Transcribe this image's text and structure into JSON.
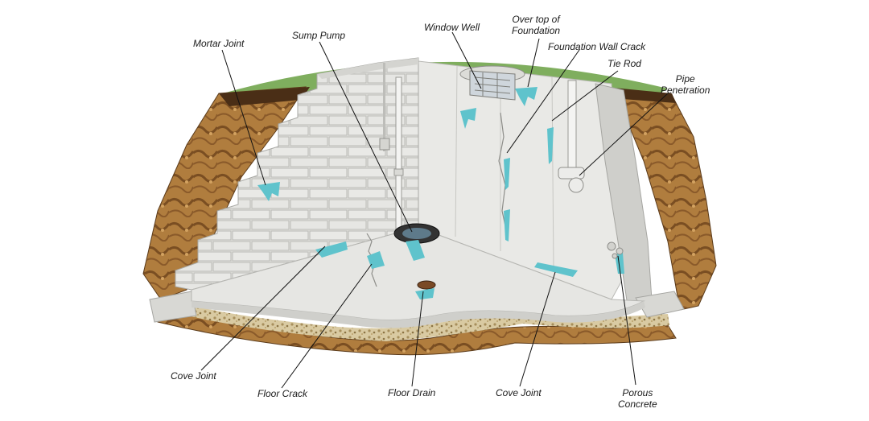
{
  "labels": {
    "mortar_joint": "Mortar Joint",
    "sump_pump": "Sump Pump",
    "window_well": "Window Well",
    "over_top_line1": "Over top of",
    "over_top_line2": "Foundation",
    "foundation_wall_crack": "Foundation Wall Crack",
    "tie_rod": "Tie Rod",
    "pipe_penetration_line1": "Pipe",
    "pipe_penetration_line2": "Penetration",
    "cove_joint_left": "Cove Joint",
    "floor_crack": "Floor Crack",
    "floor_drain": "Floor Drain",
    "cove_joint_right": "Cove Joint",
    "porous_concrete_line1": "Porous",
    "porous_concrete_line2": "Concrete"
  },
  "colors": {
    "grass": "#7fae5e",
    "soil": "#b07d3e",
    "soil_dark": "#6b4320",
    "block": "#e3e3e0",
    "block_shadow": "#c8c8c4",
    "wall": "#e9e9e6",
    "floor": "#e6e6e3",
    "water": "#5fc3cc",
    "gravel": "#d8c9a0"
  }
}
